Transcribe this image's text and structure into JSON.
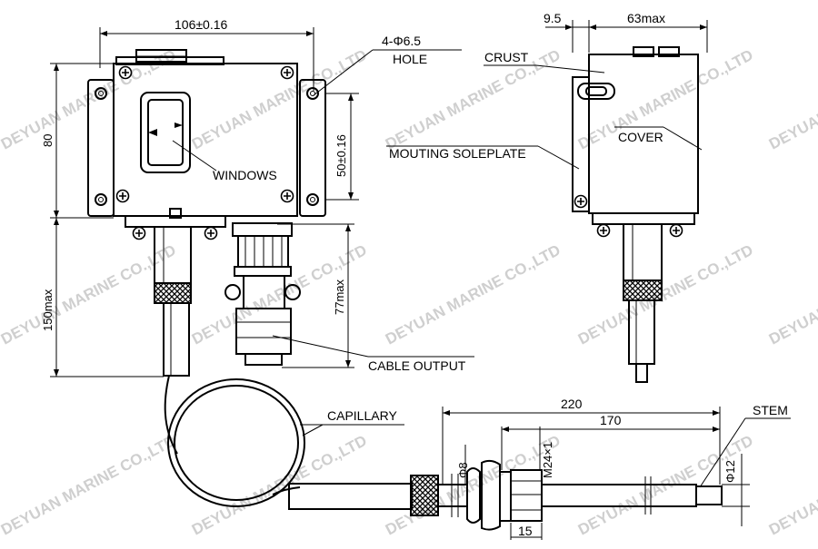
{
  "dimensions": {
    "width_top": "106±0.16",
    "height_left": "80",
    "hole_pitch": "50±0.16",
    "total_height": "150max",
    "connector_height": "77max",
    "side_offset": "9.5",
    "side_width": "63max",
    "length_total": "220",
    "length_stem": "170",
    "dia_tube": "Φ8",
    "thread": "M24×1",
    "dia_stem": "Φ12",
    "thread_len": "15"
  },
  "labels": {
    "hole_count": "4-Φ6.5",
    "hole": "HOLE",
    "windows": "WINDOWS",
    "cable_output": "CABLE OUTPUT",
    "capillary": "CAPILLARY",
    "crust": "CRUST",
    "cover": "COVER",
    "mounting_soleplate": "MOUTING SOLEPLATE",
    "stem": "STEM"
  },
  "watermark": "DEYUAN MARINE CO.,LTD"
}
